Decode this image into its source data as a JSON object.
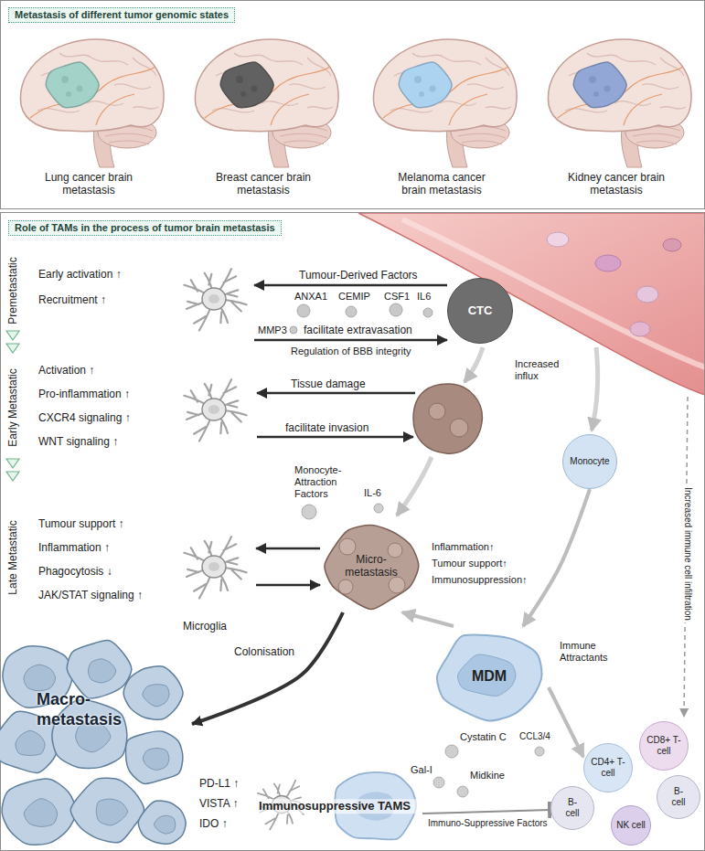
{
  "diagram": {
    "nodes": [
      {
        "text": [
          "Metastasis of different tumor genomic states"
        ]
      },
      {
        "text": [
          "Lung cancer brain metastasis"
        ],
        "in": 0
      },
      {
        "text": [
          "Breast cancer brain metastasis"
        ],
        "in": 0
      },
      {
        "text": [
          "Melanoma cancer brain metastasis"
        ],
        "in": 0
      },
      {
        "text": [
          "Kidney cancer brain metastasis"
        ],
        "in": 0
      },
      {
        "text": [
          "Role of TAMs in the process of tumor brain metastasis"
        ]
      },
      {
        "text": [
          "Early activation ↑",
          "Recruitment ↑"
        ],
        "in": 5
      },
      {
        "text": [
          "CTC"
        ],
        "in": 5
      },
      {
        "text": [
          "Activation ↑",
          "Pro-inflammation ↑",
          "CXCR4 signaling ↑",
          "WNT signaling ↑"
        ],
        "in": 5
      },
      {
        "text": [
          "Monocyte"
        ],
        "in": 5
      },
      {
        "text": [
          "Tumour support ↑",
          "Inflammation ↑",
          "Phagocytosis ↓",
          "JAK/STAT signaling ↑",
          "Microglia"
        ],
        "in": 5
      },
      {
        "text": [
          "Micro- metastasis"
        ],
        "in": 5
      },
      {
        "text": [
          "MDM"
        ],
        "in": 5
      },
      {
        "text": [
          "CD4+ T-cell"
        ],
        "in": 5
      },
      {
        "text": [
          "CD8+ T-cell"
        ],
        "in": 5
      },
      {
        "text": [
          "Macro- metastasis"
        ],
        "in": 5
      },
      {
        "text": [
          "B- cell"
        ],
        "in": 5
      },
      {
        "text": [
          "B- cell"
        ],
        "in": 5
      },
      {
        "text": [
          "Immunosuppressive TAMS"
        ],
        "in": 5
      },
      {
        "text": [
          "NK cell"
        ],
        "in": 5
      }
    ],
    "edges": [
      {
        "from": 7,
        "to": 6,
        "arrow": "to",
        "label": "Tumour-Derived Factors"
      },
      {
        "from": 6,
        "to": 7,
        "arrow": "to",
        "label": "facilitate extravasation"
      },
      {
        "from": 11,
        "to": 10,
        "arrow": "to"
      },
      {
        "from": 10,
        "to": 11,
        "arrow": "to"
      },
      {
        "from": 11,
        "to": 15,
        "arrow": "to",
        "label": "Colonisation"
      },
      {
        "from": 9,
        "to": 12,
        "arrow": "to"
      },
      {
        "from": 12,
        "to": 11,
        "arrow": "to"
      },
      {
        "from": 12,
        "to": 13,
        "arrow": "to",
        "label": "Immune Attractants"
      },
      {
        "from": 18,
        "to": 16,
        "arrow": "to",
        "label": "Immuno-Suppressive Factors"
      }
    ],
    "labels": [
      "ANXA1",
      "CEMIP",
      "CSF1",
      "IL6",
      "MMP3",
      "Regulation of BBB integrity",
      "Premetastatic",
      "Early Metastatic",
      "Late Metastatic",
      "Tissue damage",
      "facilitate invasion",
      "Increased influx",
      "Monocyte- Attraction Factors",
      "IL-6",
      "Inflammation↑",
      "Tumour support↑",
      "Immunosuppression↑",
      "Increased immune cell infiltration",
      "CCL3/4",
      "Cystatin C",
      "Gal-I",
      "Midkine",
      "PD-L1 ↑",
      "VISTA ↑",
      "IDO ↑"
    ]
  }
}
